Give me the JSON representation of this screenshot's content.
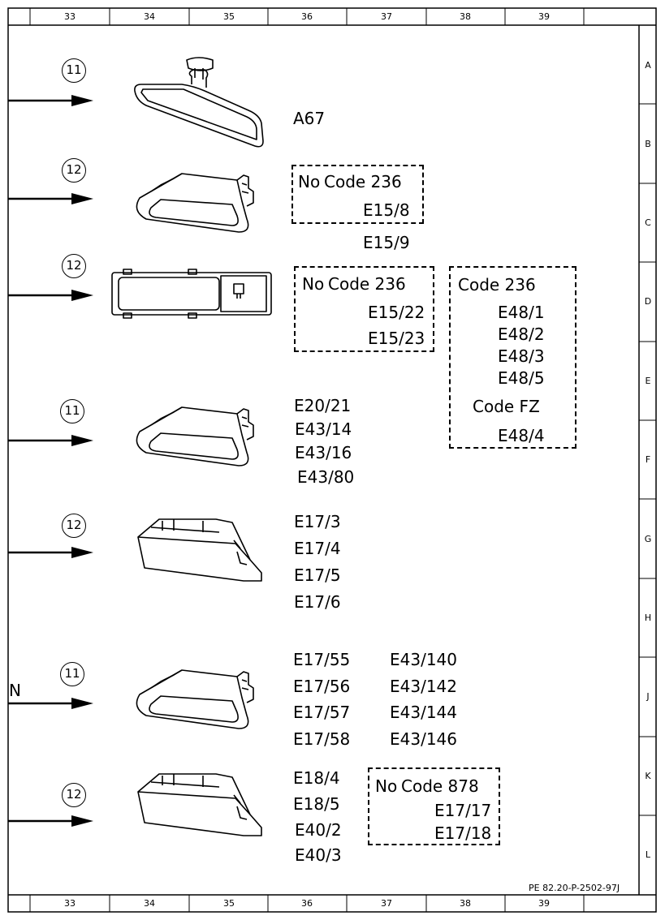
{
  "grid": {
    "columns": [
      "33",
      "34",
      "35",
      "36",
      "37",
      "38",
      "39"
    ],
    "rows": [
      "A",
      "B",
      "C",
      "D",
      "E",
      "F",
      "G",
      "H",
      "J",
      "K",
      "L"
    ]
  },
  "callouts": [
    "11",
    "12",
    "12",
    "11",
    "12",
    "11",
    "12"
  ],
  "side_label": "N",
  "labels": {
    "a67": "A67",
    "e15_9": "E15/9",
    "e20_21": "E20/21",
    "e43_14": "E43/14",
    "e43_16": "E43/16",
    "e43_80": "E43/80",
    "e17_3": "E17/3",
    "e17_4": "E17/4",
    "e17_5": "E17/5",
    "e17_6": "E17/6",
    "e17_55": "E17/55",
    "e17_56": "E17/56",
    "e17_57": "E17/57",
    "e17_58": "E17/58",
    "e43_140": "E43/140",
    "e43_142": "E43/142",
    "e43_144": "E43/144",
    "e43_146": "E43/146",
    "e18_4": "E18/4",
    "e18_5": "E18/5",
    "e40_2": "E40/2",
    "e40_3": "E40/3"
  },
  "boxes": {
    "b1": {
      "head_a": "No",
      "head_b": "Code 236",
      "items": [
        "E15/8"
      ]
    },
    "b2": {
      "head_a": "No",
      "head_b": "Code 236",
      "items": [
        "E15/22",
        "E15/23"
      ]
    },
    "b3": {
      "head": "Code 236",
      "items": [
        "E48/1",
        "E48/2",
        "E48/3",
        "E48/5"
      ],
      "sub_head": "Code FZ",
      "sub_items": [
        "E48/4"
      ]
    },
    "b4": {
      "head_a": "No",
      "head_b": "Code 878",
      "items": [
        "E17/17",
        "E17/18"
      ]
    }
  },
  "reference": "PE 82.20-P-2502-97J"
}
